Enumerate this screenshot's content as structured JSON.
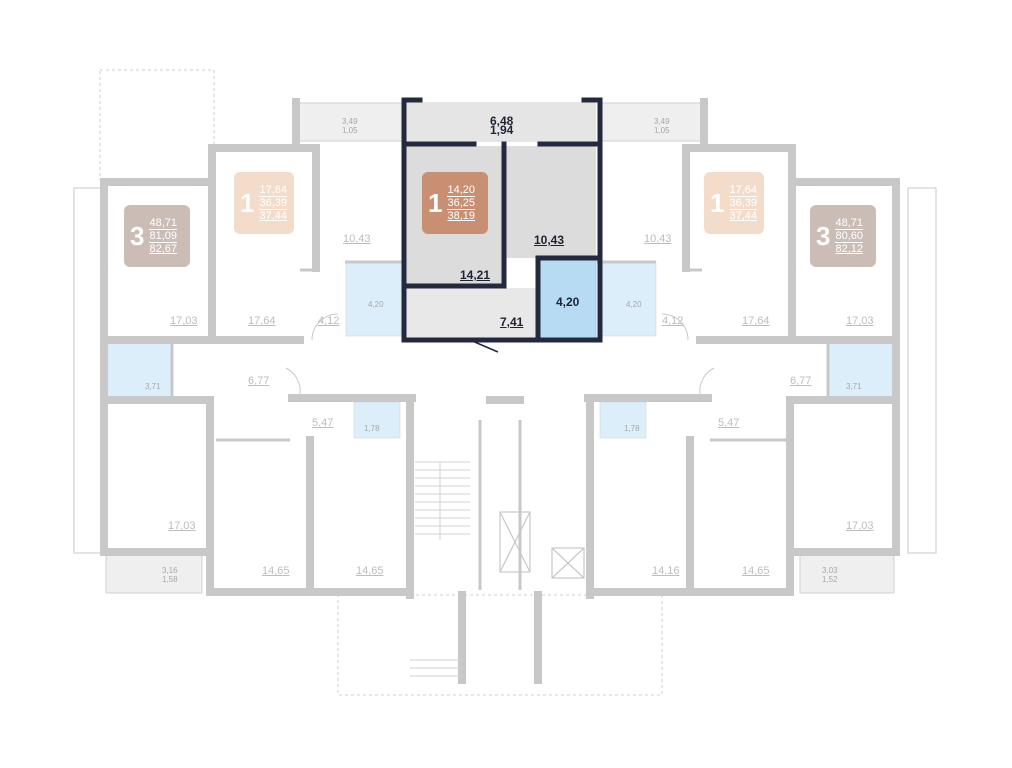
{
  "colors": {
    "wall": "#c8c8c8",
    "highlight_wall": "#232a3f",
    "highlight_badge": "#c98f73",
    "badge_peach": "#f4dccb",
    "badge_grey": "#cbbdb6",
    "wet_room": "#dbeefa",
    "wet_room_hl": "#b8dbf4",
    "balcony": "#efefef"
  },
  "apartments": [
    {
      "id": "left-3room",
      "rooms": "3",
      "areas": [
        "48,71",
        "81,09",
        "82,67"
      ],
      "style": "grey"
    },
    {
      "id": "left-1room",
      "rooms": "1",
      "areas": [
        "17,64",
        "36,39",
        "37,44"
      ],
      "style": "peach"
    },
    {
      "id": "selected-1room",
      "rooms": "1",
      "areas": [
        "14,20",
        "36,25",
        "38,19"
      ],
      "style": "selected"
    },
    {
      "id": "right-1room",
      "rooms": "1",
      "areas": [
        "17,64",
        "36,39",
        "37,44"
      ],
      "style": "peach"
    },
    {
      "id": "right-3room",
      "rooms": "3",
      "areas": [
        "48,71",
        "80,60",
        "82,12"
      ],
      "style": "grey"
    }
  ],
  "selected_labels": {
    "balcony": [
      "6,48",
      "1,94"
    ],
    "kitchen": "10,43",
    "room": "14,21",
    "hall": "7,41",
    "bath": "4,20"
  },
  "labels": [
    "17,03",
    "17,64",
    "4,12",
    "10,43",
    "6,77",
    "5,47",
    "3,71",
    "1,78",
    "17,03",
    "14,65",
    "14,65",
    "10,43",
    "4,20",
    "4,20",
    "4,12",
    "17,64",
    "17,03",
    "6,77",
    "5,47",
    "3,71",
    "1,78",
    "14,16",
    "14,65",
    "17,03"
  ],
  "small_labels": [
    [
      "3,49",
      "1,05"
    ],
    [
      "3,49",
      "1,05"
    ],
    [
      "3,16",
      "1,58"
    ],
    [
      "3,03",
      "1,52"
    ]
  ]
}
